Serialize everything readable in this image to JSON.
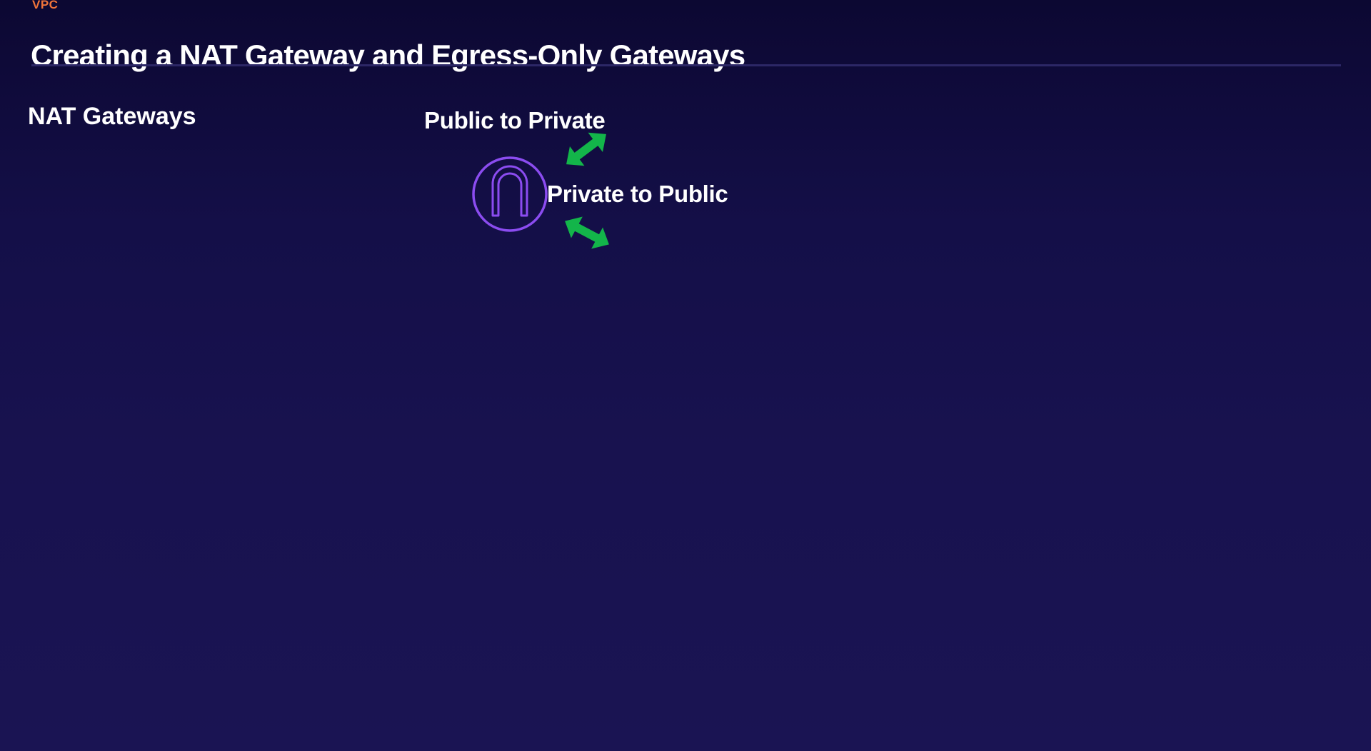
{
  "slide": {
    "eyebrow": "VPC",
    "title": "Creating a NAT Gateway and Egress-Only Gateways"
  },
  "section": {
    "heading": "NAT Gateways"
  },
  "diagram": {
    "labels": {
      "public_to_private": "Public to Private",
      "private_to_public": "Private to Public"
    },
    "icons": {
      "gateway": "nat-gateway-icon",
      "arrow_upper": "bidirectional-arrow-icon",
      "arrow_lower": "bidirectional-arrow-icon"
    }
  },
  "colors": {
    "background": "#140f48",
    "eyebrow": "#f0743a",
    "rule": "#2c2766",
    "gateway_icon": "#8b4cf0",
    "arrow": "#13b54a",
    "text": "#ffffff"
  }
}
